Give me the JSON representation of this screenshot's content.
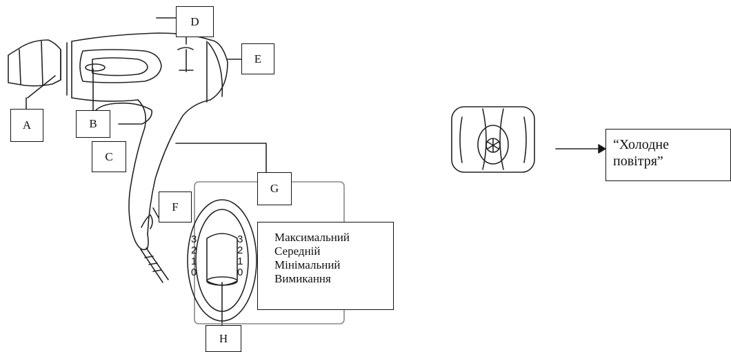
{
  "labels": {
    "a": "A",
    "b": "B",
    "c": "C",
    "d": "D",
    "e": "E",
    "f": "F",
    "g": "G",
    "h": "H"
  },
  "speed_settings": [
    "Максимальний",
    "Середній",
    "Мінімальний",
    "Вимикання"
  ],
  "switch_digits": [
    "3",
    "2",
    "1",
    "0"
  ],
  "cold_air_label": [
    "“Холодне",
    "повітря”"
  ],
  "icons": {
    "dryer": "hair-dryer-illustration",
    "cold_button": "snowflake-icon"
  }
}
